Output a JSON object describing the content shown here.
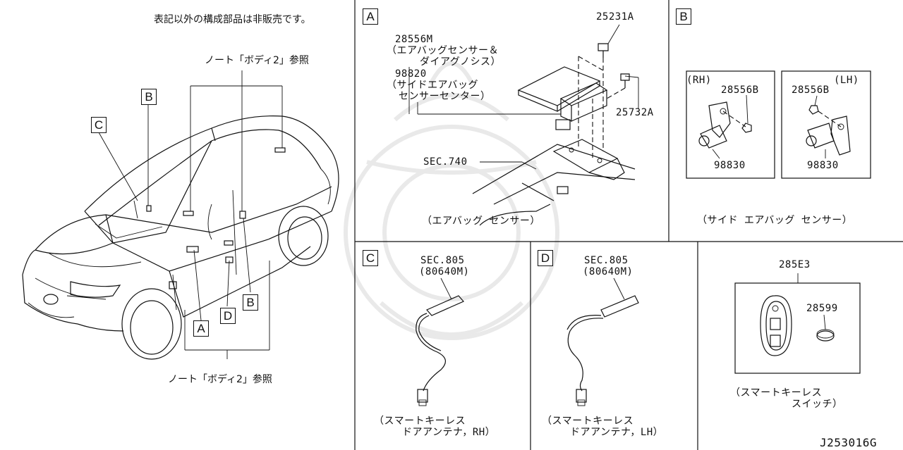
{
  "notes": {
    "top_left": "表記以外の構成部品は非販売です。",
    "ref_body2_top": "ノート「ボディ2」参照",
    "ref_body2_bottom": "ノート「ボディ2」参照"
  },
  "callouts": {
    "A": "A",
    "B": "B",
    "C": "C",
    "D": "D"
  },
  "panel_a": {
    "tag": "A",
    "part_25231A": "25231A",
    "part_28556M": "28556M",
    "desc_28556M_1": "（エアバッグセンサー＆",
    "desc_28556M_2": "ダイアグノシス）",
    "part_98820": "98820",
    "desc_98820_1": "（サイドエアバッグ",
    "desc_98820_2": "センサーセンター）",
    "part_25732A": "25732A",
    "sec_740": "SEC.740",
    "caption": "（エアバッグ センサー）"
  },
  "panel_b": {
    "tag": "B",
    "rh": "(RH)",
    "lh": "(LH)",
    "rh_part_top": "28556B",
    "lh_part_top": "28556B",
    "rh_part_bottom": "98830",
    "lh_part_bottom": "98830",
    "caption": "（サイド エアバッグ センサー）"
  },
  "panel_c": {
    "tag": "C",
    "sec": "SEC.805",
    "part": "(80640M)",
    "caption_1": "（スマートキーレス",
    "caption_2": "ドアアンテナ，RH）"
  },
  "panel_d": {
    "tag": "D",
    "sec": "SEC.805",
    "part": "(80640M)",
    "caption_1": "（スマートキーレス",
    "caption_2": "ドアアンテナ，LH）"
  },
  "panel_e": {
    "part_top": "285E3",
    "part_battery": "28599",
    "caption_1": "（スマートキーレス",
    "caption_2": "スイッチ）"
  },
  "footer": {
    "drawing_id": "J253016G"
  }
}
